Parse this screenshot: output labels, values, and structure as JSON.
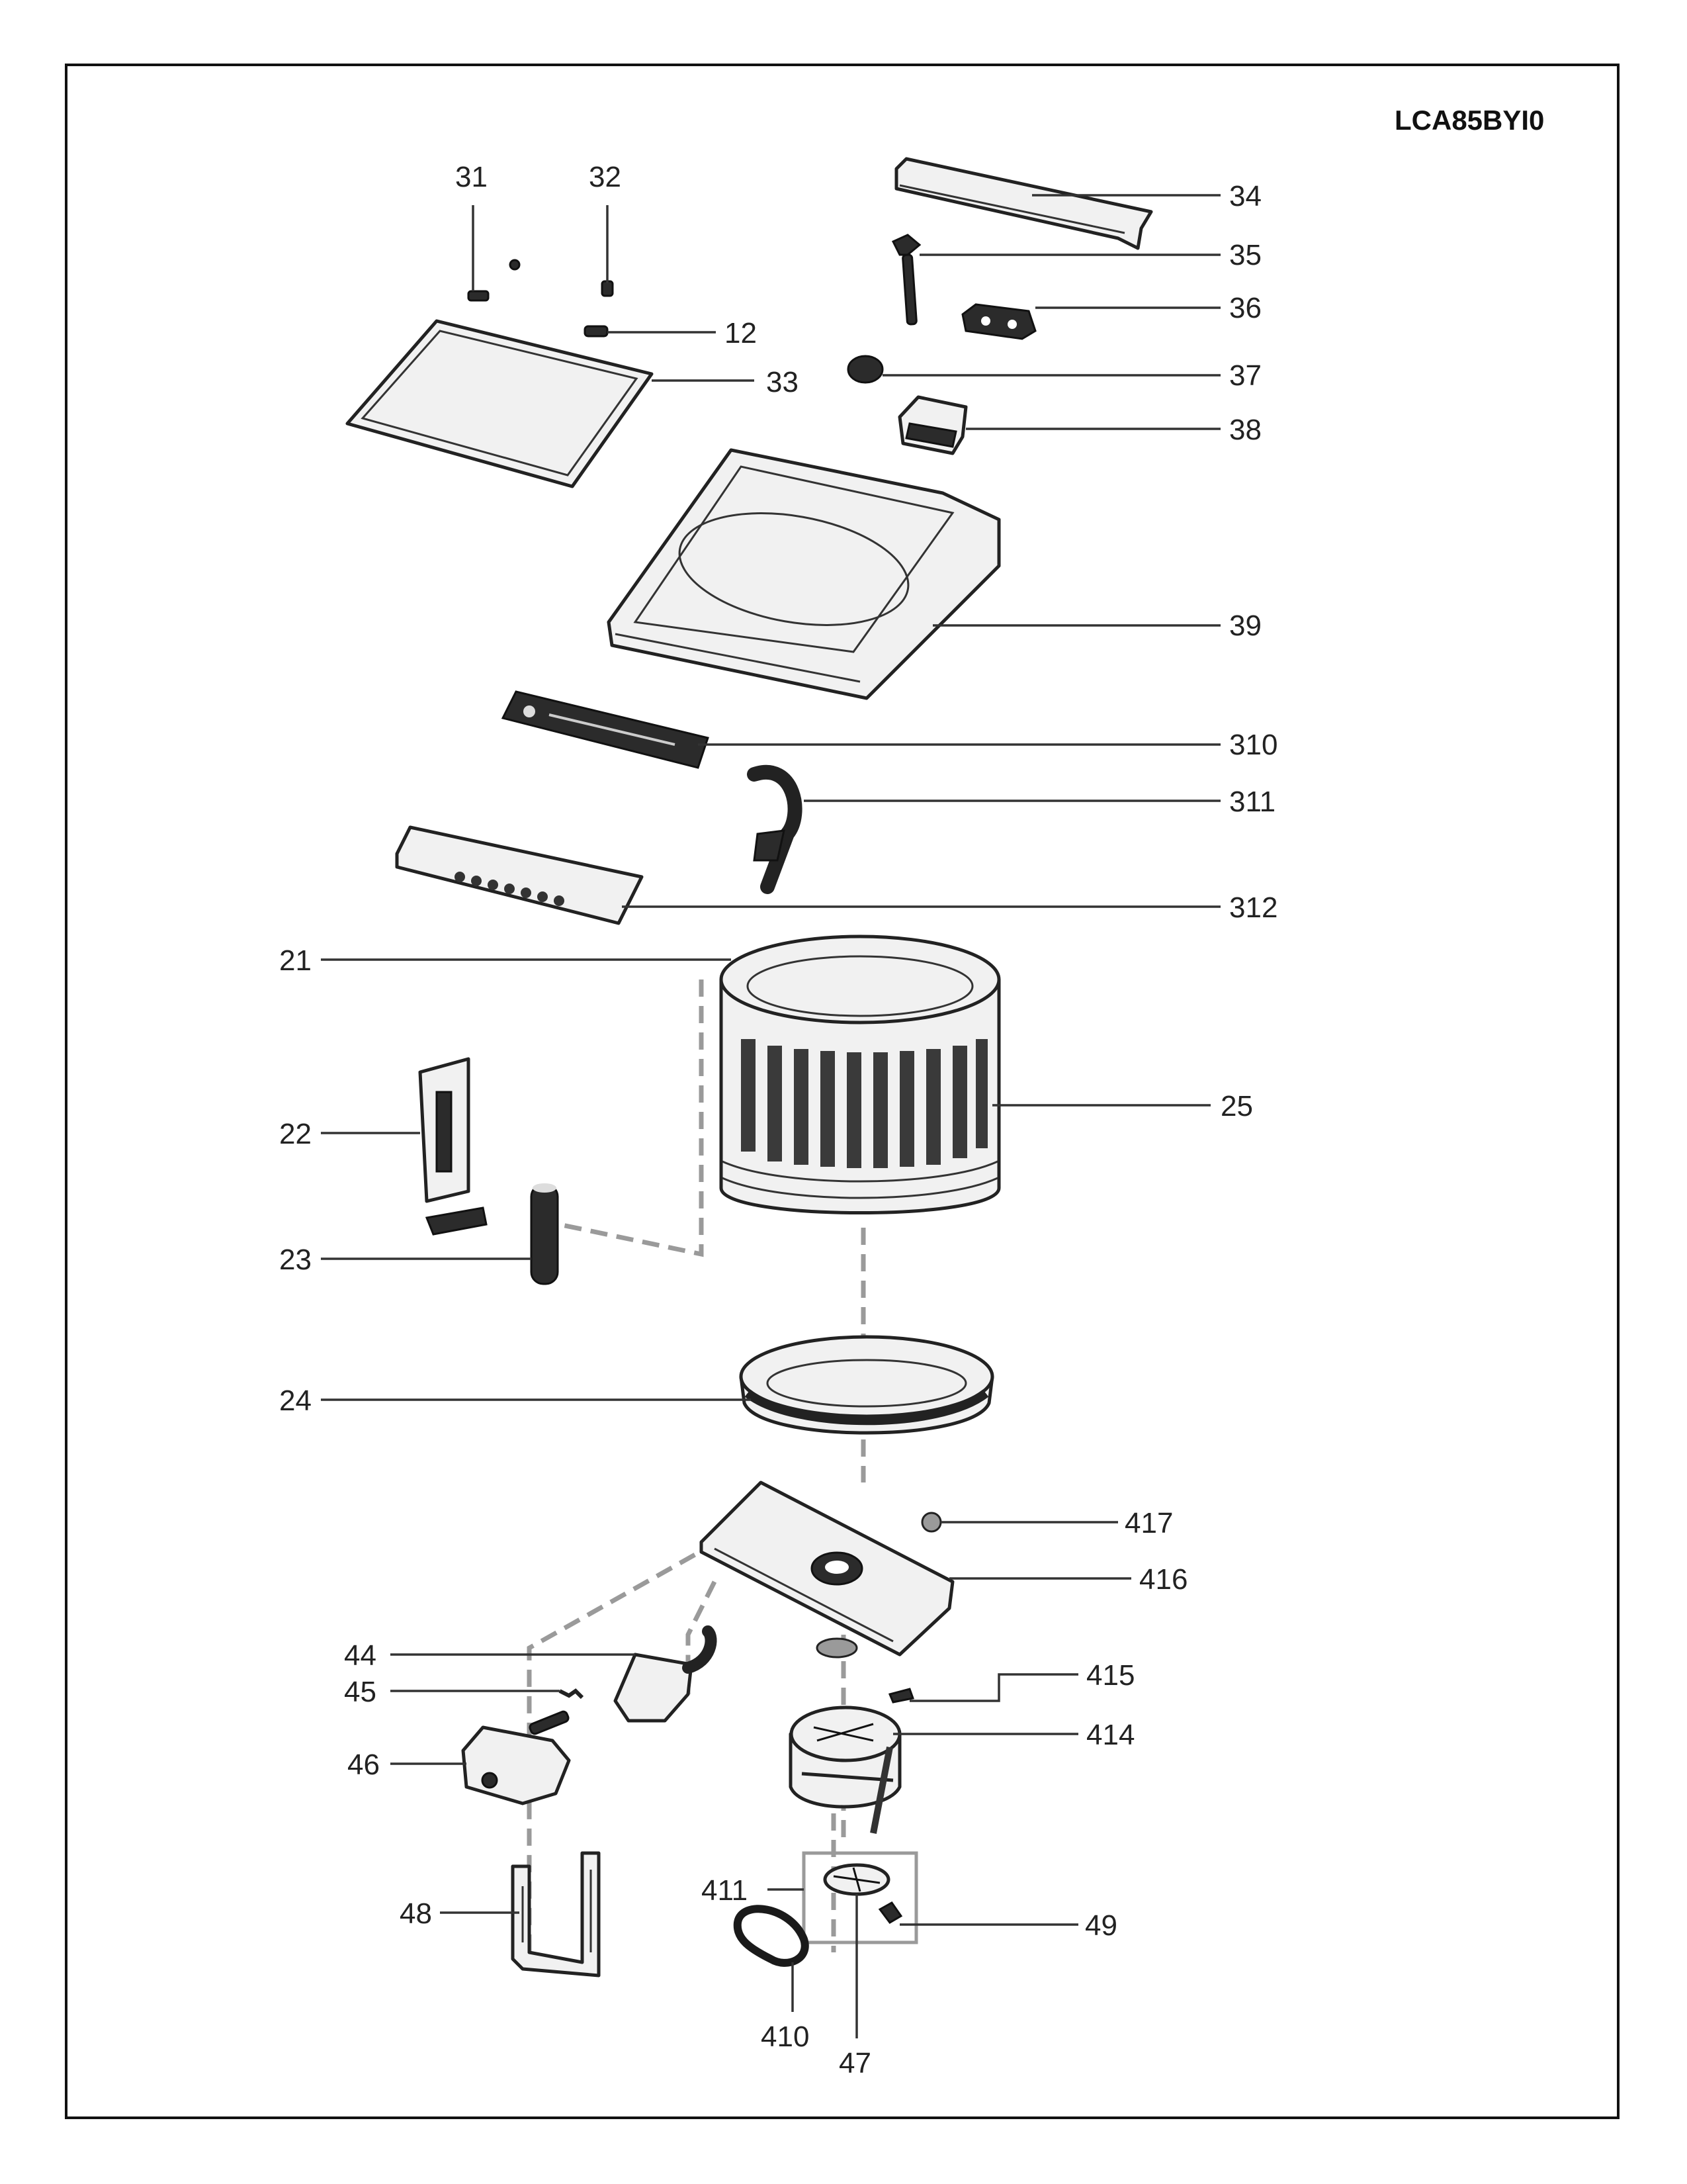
{
  "model_code": "LCA85BYI0",
  "callouts": {
    "c31": "31",
    "c32": "32",
    "c12": "12",
    "c33": "33",
    "c34": "34",
    "c35": "35",
    "c36": "36",
    "c37": "37",
    "c38": "38",
    "c39": "39",
    "c310": "310",
    "c311": "311",
    "c312": "312",
    "c21": "21",
    "c25": "25",
    "c22": "22",
    "c23": "23",
    "c24": "24",
    "c417": "417",
    "c416": "416",
    "c44": "44",
    "c45": "45",
    "c415": "415",
    "c414": "414",
    "c46": "46",
    "c411": "411",
    "c49": "49",
    "c48": "48",
    "c410": "410",
    "c47": "47"
  }
}
